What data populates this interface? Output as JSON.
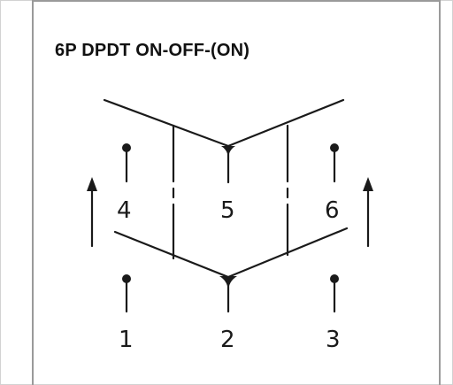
{
  "title": "6P DPDT ON-OFF-(ON)",
  "pins": {
    "p1": "1",
    "p2": "2",
    "p3": "3",
    "p4": "4",
    "p5": "5",
    "p6": "6"
  },
  "colors": {
    "ink": "#1a1a1a",
    "border": "#9a9a9a"
  }
}
